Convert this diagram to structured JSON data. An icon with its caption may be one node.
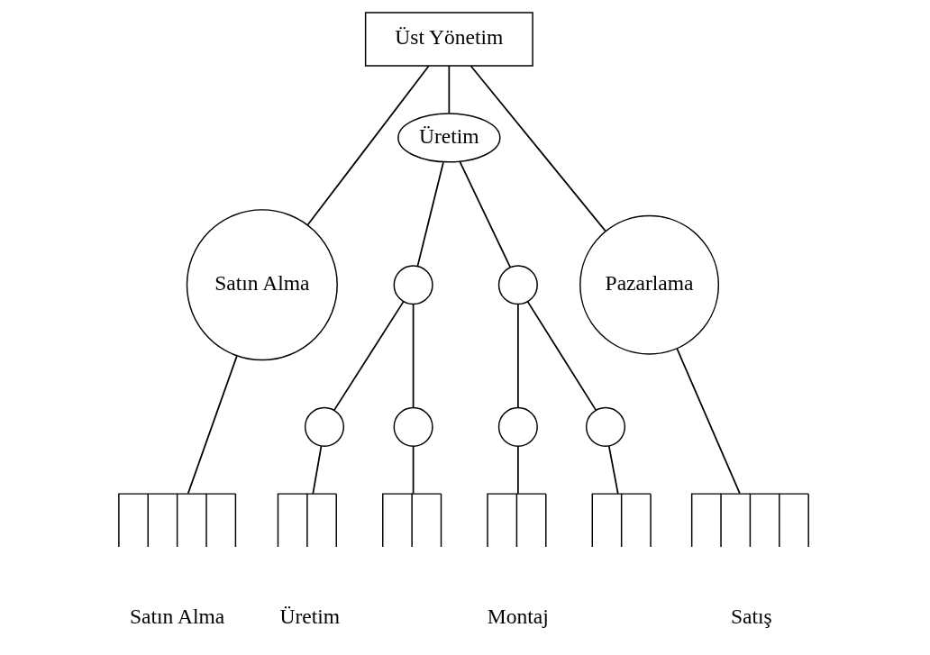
{
  "diagram": {
    "nodes": [
      {
        "text": [
          "Üst Yönetim"
        ]
      },
      {
        "text": [
          "Satın Alma"
        ]
      },
      {
        "text": [
          "Üretim"
        ]
      },
      {
        "text": [
          "Pazarlama"
        ]
      },
      {
        "text": [],
        "shape": "circle"
      },
      {
        "text": [],
        "shape": "circle"
      },
      {
        "text": [],
        "shape": "circle"
      },
      {
        "text": [],
        "shape": "circle"
      },
      {
        "text": [],
        "shape": "circle"
      },
      {
        "text": [],
        "shape": "circle"
      },
      {
        "text": [],
        "shape": "comb"
      },
      {
        "text": [],
        "shape": "comb"
      },
      {
        "text": [],
        "shape": "comb"
      },
      {
        "text": [],
        "shape": "comb"
      },
      {
        "text": [],
        "shape": "comb"
      },
      {
        "text": [],
        "shape": "comb"
      }
    ],
    "edges": [
      {
        "from": 0,
        "to": 1,
        "arrow": "none"
      },
      {
        "from": 0,
        "to": 2,
        "arrow": "none"
      },
      {
        "from": 0,
        "to": 3,
        "arrow": "none"
      },
      {
        "from": 2,
        "to": 4,
        "arrow": "none"
      },
      {
        "from": 2,
        "to": 5,
        "arrow": "none"
      },
      {
        "from": 4,
        "to": 6,
        "arrow": "none"
      },
      {
        "from": 4,
        "to": 7,
        "arrow": "none"
      },
      {
        "from": 5,
        "to": 8,
        "arrow": "none"
      },
      {
        "from": 5,
        "to": 9,
        "arrow": "none"
      },
      {
        "from": 1,
        "to": 10,
        "arrow": "none"
      },
      {
        "from": 6,
        "to": 11,
        "arrow": "none"
      },
      {
        "from": 7,
        "to": 12,
        "arrow": "none"
      },
      {
        "from": 8,
        "to": 13,
        "arrow": "none"
      },
      {
        "from": 9,
        "to": 14,
        "arrow": "none"
      },
      {
        "from": 3,
        "to": 15,
        "arrow": "none"
      }
    ],
    "labels": [
      "Satın Alma",
      "Üretim",
      "Montaj",
      "Satış"
    ]
  }
}
